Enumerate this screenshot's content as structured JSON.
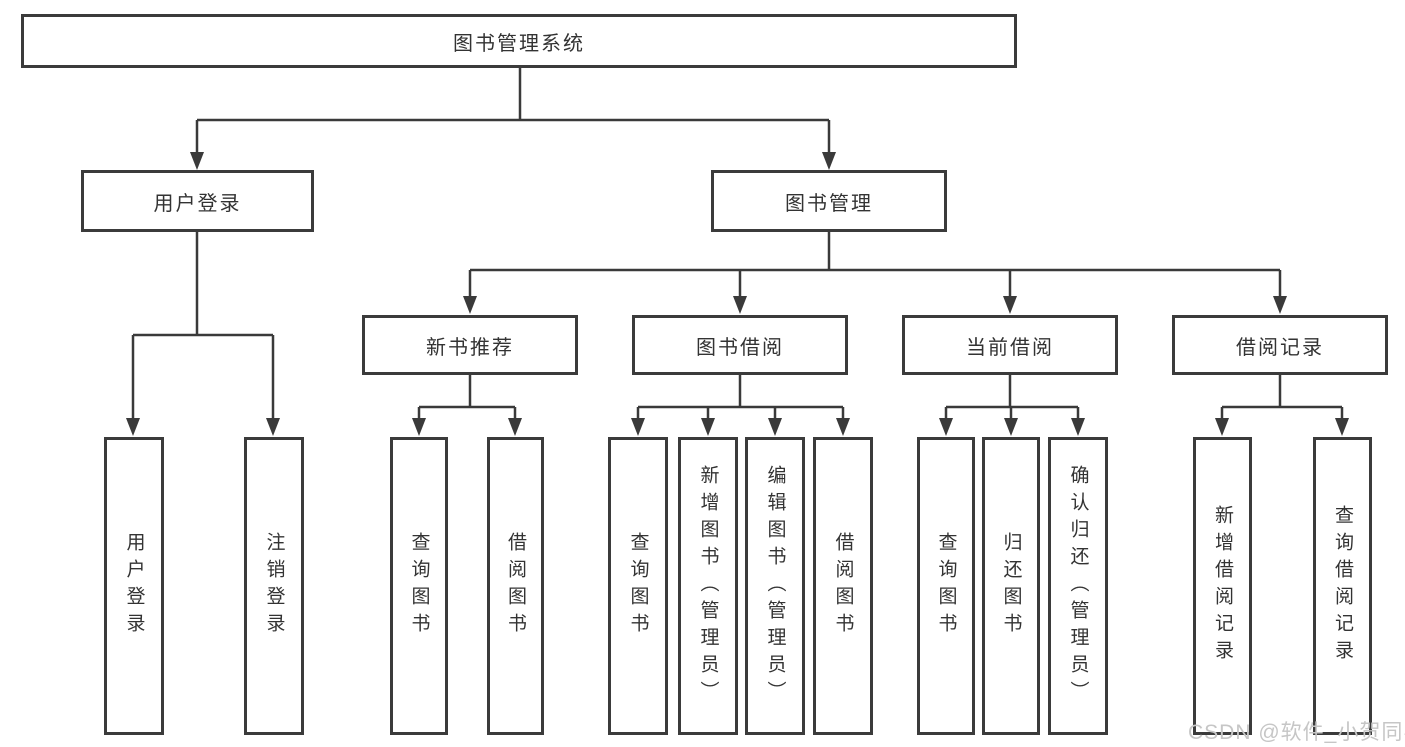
{
  "colors": {
    "line": "#3a3a3a",
    "box_border": "#3b3b3b",
    "text": "#333333",
    "watermark": "#c6c6c6",
    "background": "#ffffff"
  },
  "tree": {
    "root": {
      "label": "图书管理系统",
      "children": [
        {
          "label": "用户登录",
          "children": [
            {
              "label": "用户登录"
            },
            {
              "label": "注销登录"
            }
          ]
        },
        {
          "label": "图书管理",
          "children": [
            {
              "label": "新书推荐",
              "children": [
                {
                  "label": "查询图书"
                },
                {
                  "label": "借阅图书"
                }
              ]
            },
            {
              "label": "图书借阅",
              "children": [
                {
                  "label": "查询图书"
                },
                {
                  "label": "新增图书（管理员）"
                },
                {
                  "label": "编辑图书（管理员）"
                },
                {
                  "label": "借阅图书"
                }
              ]
            },
            {
              "label": "当前借阅",
              "children": [
                {
                  "label": "查询图书"
                },
                {
                  "label": "归还图书"
                },
                {
                  "label": "确认归还（管理员）"
                }
              ]
            },
            {
              "label": "借阅记录",
              "children": [
                {
                  "label": "新增借阅记录"
                },
                {
                  "label": "查询借阅记录"
                }
              ]
            }
          ]
        }
      ]
    }
  },
  "watermark": {
    "text": "CSDN @软件_小贺同学"
  }
}
